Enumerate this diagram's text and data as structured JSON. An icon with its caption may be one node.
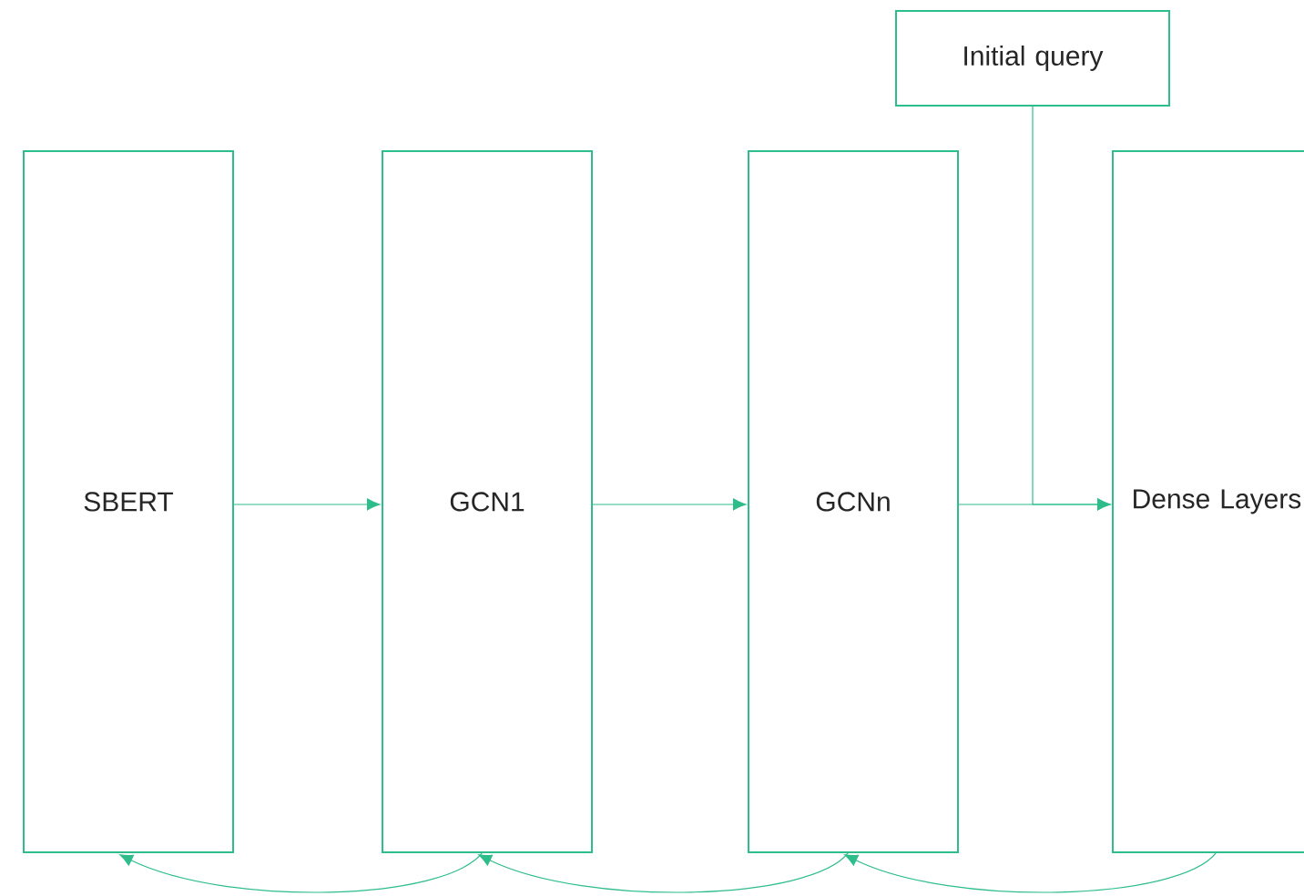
{
  "diagram": {
    "nodes": [
      {
        "text": [
          "SBERT"
        ]
      },
      {
        "text": [
          "GCN1"
        ]
      },
      {
        "text": [
          "GCNn"
        ]
      },
      {
        "text": [
          "Dense Layers"
        ]
      },
      {
        "text": [
          "Initial query"
        ]
      }
    ],
    "edges": [
      {
        "from": 0,
        "to": 1,
        "arrow": "to"
      },
      {
        "from": 1,
        "to": 2,
        "arrow": "to"
      },
      {
        "from": 2,
        "to": 3,
        "arrow": "to"
      },
      {
        "from": 4,
        "to": 3,
        "arrow": "to"
      },
      {
        "from": 1,
        "to": 0,
        "arrow": "to"
      },
      {
        "from": 2,
        "to": 1,
        "arrow": "to"
      },
      {
        "from": 3,
        "to": 2,
        "arrow": "to"
      }
    ]
  }
}
